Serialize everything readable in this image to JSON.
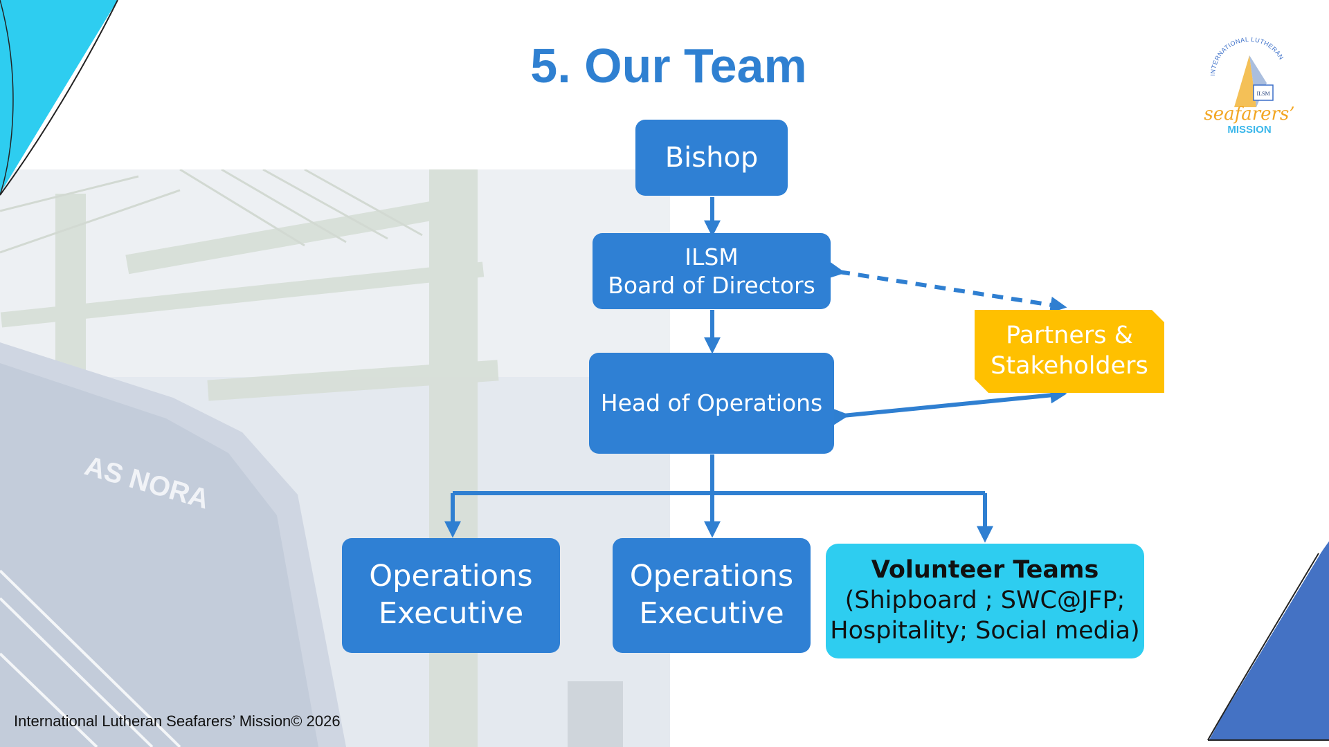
{
  "slide": {
    "title": "5. Our Team",
    "footer": "International Lutheran Seafarers’ Mission© 2026"
  },
  "org_chart": {
    "bishop": "Bishop",
    "board": {
      "line1": "ILSM",
      "line2": "Board of Directors"
    },
    "head": "Head of Operations",
    "partners": {
      "line1": "Partners &",
      "line2": "Stakeholders"
    },
    "exec1": {
      "line1": "Operations",
      "line2": "Executive"
    },
    "exec2": {
      "line1": "Operations",
      "line2": "Executive"
    },
    "volunteer": {
      "heading": "Volunteer Teams",
      "line1": "(Shipboard ; SWC@JFP;",
      "line2": "Hospitality; Social media)"
    }
  },
  "logo": {
    "arc_top": "INTERNATIONAL    LUTHERAN",
    "badge": "ILSM",
    "script": "seafarers’",
    "word": "MISSION"
  },
  "background_photo": {
    "ship_name": "AS NORA"
  },
  "colors": {
    "title": "#2F80D1",
    "box_blue": "#2F80D4",
    "box_cyan": "#2ECDF0",
    "box_yellow": "#FFC000",
    "corner_cyan": "#2ECDF0",
    "corner_blue": "#4472C4"
  }
}
